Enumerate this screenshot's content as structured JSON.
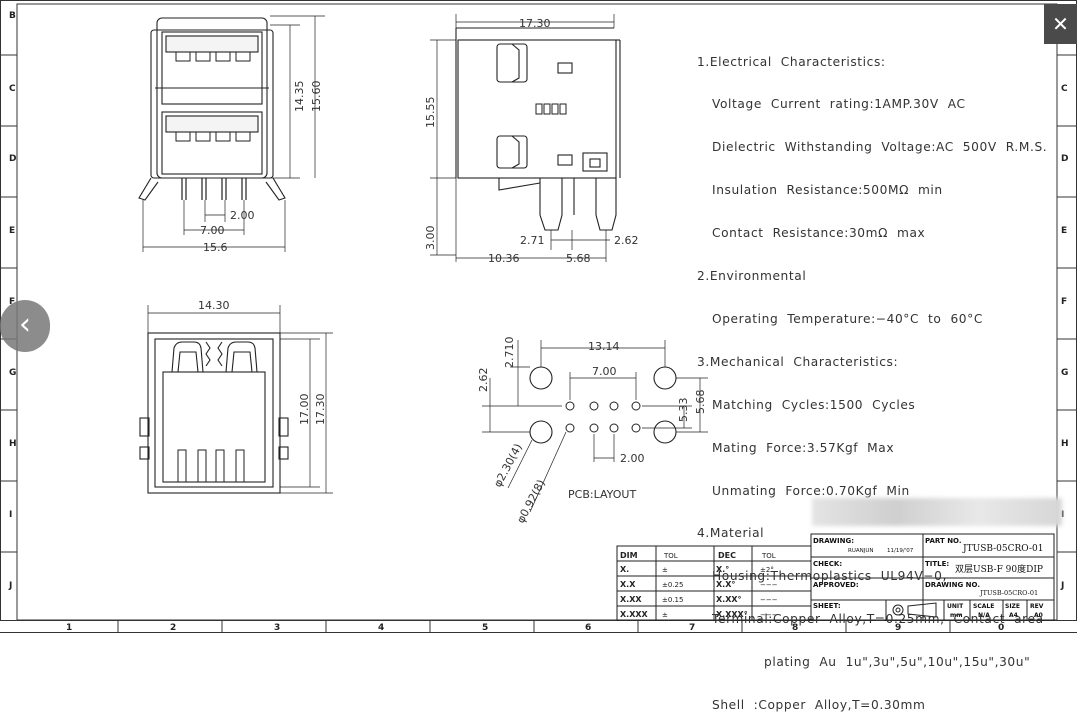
{
  "viewer": {
    "close_icon": "close-icon",
    "close_glyph": "✕",
    "prev_icon": "chevron-left-icon",
    "prev_glyph": "‹"
  },
  "border": {
    "rows": [
      "B",
      "C",
      "D",
      "E",
      "F",
      "G",
      "H",
      "I",
      "J"
    ],
    "cols": [
      "1",
      "2",
      "3",
      "4",
      "5",
      "6",
      "7",
      "8",
      "9",
      "0"
    ]
  },
  "front_view": {
    "dims": [
      "14.35",
      "15.60",
      "2.00",
      "7.00",
      "15.6"
    ]
  },
  "side_view": {
    "dims": [
      "17.30",
      "15.55",
      "3.00",
      "2.71",
      "2.62",
      "10.36",
      "5.68"
    ]
  },
  "bottom_view": {
    "dims": [
      "14.30",
      "17.00",
      "17.30"
    ]
  },
  "pcb_layout": {
    "dims": [
      "13.14",
      "2.710",
      "2.62",
      "7.00",
      "5.33",
      "5.68",
      "2.00",
      "φ2.30(4)",
      "φ0.92(8)"
    ],
    "caption": "PCB:LAYOUT"
  },
  "spec_notes": {
    "lines": [
      "1.Electrical  Characteristics:",
      "Voltage  Current  rating:1AMP.30V  AC",
      "Dielectric  Withstanding  Voltage:AC  500V  R.M.S.",
      "Insulation  Resistance:500MΩ  min",
      "Contact  Resistance:30mΩ  max",
      "2.Environmental",
      "Operating  Temperature:−40°C  to  60°C",
      "3.Mechanical  Characteristics:",
      "Matching  Cycles:1500  Cycles",
      "Mating  Force:3.57Kgf  Max",
      "Unmating  Force:0.70Kgf  Min",
      "4.Material",
      "Housing:Thermoplastics  UL94V−0,",
      "Terminal:Copper  Alloy,T=0.25mm,  Contact  area",
      "plating  Au  1u\",3u\",5u\",10u\",15u\",30u\"",
      "Shell  :Copper  Alloy,T=0.30mm"
    ]
  },
  "tolerance_table": {
    "headers": [
      "DIM",
      "TOL",
      "DEC",
      "TOL"
    ],
    "rows": [
      [
        "X.",
        "±",
        "X.°",
        "±2°"
      ],
      [
        "X.X",
        "±0.25",
        "X.X°",
        "−−−"
      ],
      [
        "X.XX",
        "±0.15",
        "X.XX°",
        "−−−"
      ],
      [
        "X.XXX",
        "±",
        "X.XXX°",
        "−−−"
      ]
    ]
  },
  "title_block": {
    "drawing_label": "DRAWING:",
    "drawn_by": "RUANJUN",
    "date": "11/19/'07",
    "part_no_label": "PART NO.",
    "part_no": "JTUSB-05CRO-01",
    "check_label": "CHECK:",
    "title_label": "TITLE:",
    "title": "双层USB-F 90度DIP",
    "approved_label": "APPROVED:",
    "drawing_no_label": "DRAWING NO.",
    "drawing_no": "JTUSB-05CRO-01",
    "sheet_label": "SHEET:",
    "unit_label": "UNIT",
    "unit": "mm",
    "scale_label": "SCALE",
    "scale": "N/A",
    "size_label": "SIZE",
    "size": "A4",
    "rev_label": "REV",
    "rev": "A0"
  }
}
